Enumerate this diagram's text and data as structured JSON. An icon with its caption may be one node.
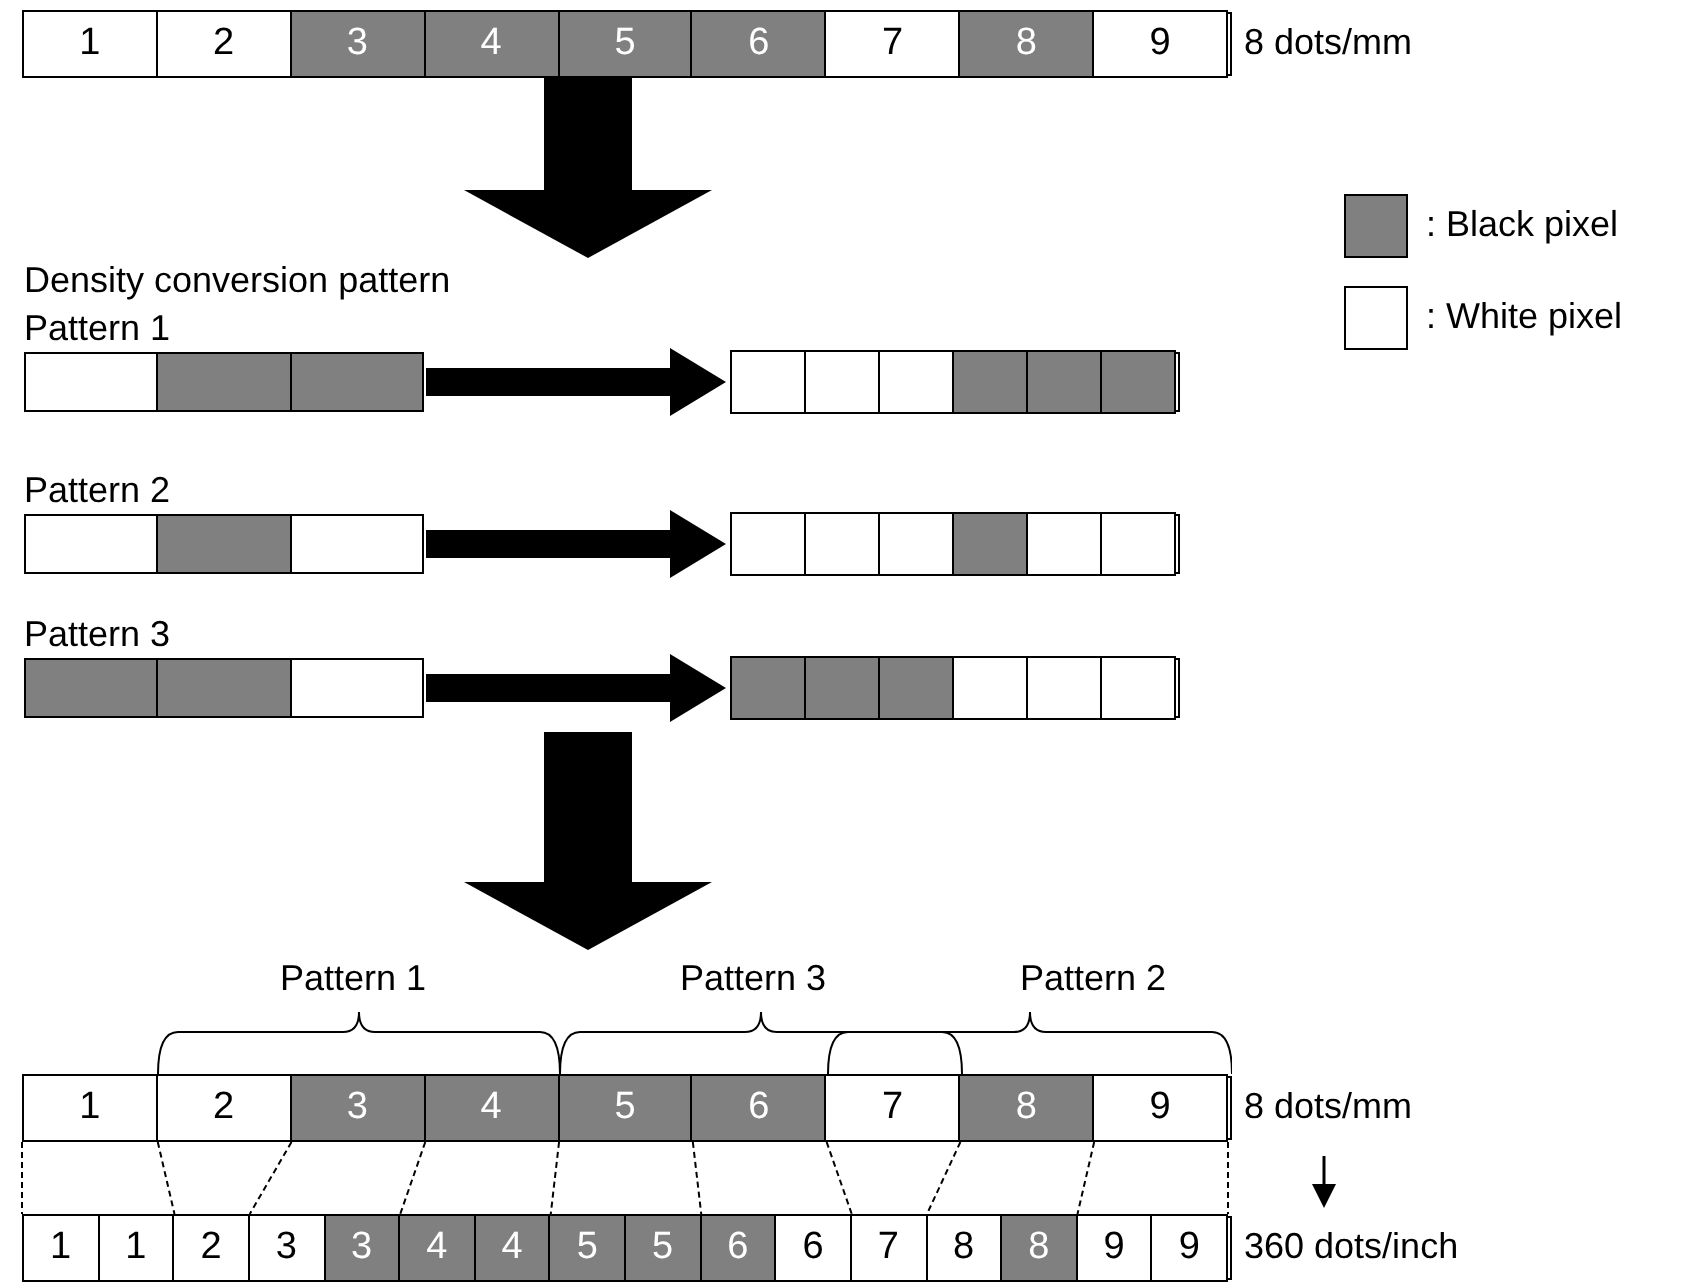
{
  "diagram": {
    "nodes": [
      {
        "text": [],
        "shape": "bar",
        "beside": [
          "8 dots/mm"
        ]
      },
      {
        "text": [
          "1"
        ],
        "in": 0
      },
      {
        "text": [
          "2"
        ],
        "in": 0
      },
      {
        "text": [
          "3"
        ],
        "in": 0
      },
      {
        "text": [
          "4"
        ],
        "in": 0
      },
      {
        "text": [
          "5"
        ],
        "in": 0
      },
      {
        "text": [
          "6"
        ],
        "in": 0
      },
      {
        "text": [
          "7"
        ],
        "in": 0
      },
      {
        "text": [
          "8"
        ],
        "in": 0
      },
      {
        "text": [
          "9"
        ],
        "in": 0
      },
      {
        "text": [
          "Density conversion pattern"
        ]
      },
      {
        "text": [
          "Pattern 1"
        ],
        "in": 10
      },
      {
        "text": [],
        "shape": "box",
        "in": 11
      },
      {
        "text": [],
        "shape": "box",
        "in": 11
      },
      {
        "text": [],
        "shape": "box",
        "in": 11
      },
      {
        "text": [],
        "shape": "bar",
        "in": 10
      },
      {
        "text": [],
        "shape": "box",
        "in": 15
      },
      {
        "text": [],
        "shape": "box",
        "in": 15
      },
      {
        "text": [],
        "shape": "box",
        "in": 15
      },
      {
        "text": [],
        "shape": "box",
        "in": 15
      },
      {
        "text": [],
        "shape": "box",
        "in": 15
      },
      {
        "text": [],
        "shape": "box",
        "in": 15
      },
      {
        "text": [
          "Pattern 2"
        ],
        "in": 10
      },
      {
        "text": [],
        "shape": "box",
        "in": 22
      },
      {
        "text": [],
        "shape": "box",
        "in": 22
      },
      {
        "text": [],
        "shape": "box",
        "in": 22
      },
      {
        "text": [],
        "shape": "bar",
        "in": 10
      },
      {
        "text": [],
        "shape": "box",
        "in": 26
      },
      {
        "text": [],
        "shape": "box",
        "in": 26
      },
      {
        "text": [],
        "shape": "box",
        "in": 26
      },
      {
        "text": [],
        "shape": "box",
        "in": 26
      },
      {
        "text": [],
        "shape": "box",
        "in": 26
      },
      {
        "text": [],
        "shape": "box",
        "in": 26
      },
      {
        "text": [
          "Pattern 3"
        ],
        "in": 10
      },
      {
        "text": [],
        "shape": "box",
        "in": 33
      },
      {
        "text": [],
        "shape": "box",
        "in": 33
      },
      {
        "text": [],
        "shape": "box",
        "in": 33
      },
      {
        "text": [],
        "shape": "bar",
        "in": 10
      },
      {
        "text": [],
        "shape": "box",
        "in": 37
      },
      {
        "text": [],
        "shape": "box",
        "in": 37
      },
      {
        "text": [],
        "shape": "box",
        "in": 37
      },
      {
        "text": [],
        "shape": "box",
        "in": 37
      },
      {
        "text": [],
        "shape": "box",
        "in": 37
      },
      {
        "text": [],
        "shape": "box",
        "in": 37
      },
      {
        "text": [],
        "shape": "bar",
        "beside": [
          "8 dots/mm"
        ]
      },
      {
        "text": [
          "1"
        ],
        "in": 44
      },
      {
        "text": [
          "2"
        ],
        "in": 44
      },
      {
        "text": [
          "3"
        ],
        "in": 44
      },
      {
        "text": [
          "4"
        ],
        "in": 44
      },
      {
        "text": [
          "5"
        ],
        "in": 44
      },
      {
        "text": [
          "6"
        ],
        "in": 44
      },
      {
        "text": [
          "7"
        ],
        "in": 44
      },
      {
        "text": [
          "8"
        ],
        "in": 44
      },
      {
        "text": [
          "9"
        ],
        "in": 44
      },
      {
        "text": [],
        "shape": "bar",
        "beside": [
          "360 dots/inch"
        ]
      },
      {
        "text": [
          "1"
        ],
        "in": 54
      },
      {
        "text": [
          "1"
        ],
        "in": 54
      },
      {
        "text": [
          "2"
        ],
        "in": 54
      },
      {
        "text": [
          "3"
        ],
        "in": 54
      },
      {
        "text": [
          "3"
        ],
        "in": 54
      },
      {
        "text": [
          "4"
        ],
        "in": 54
      },
      {
        "text": [
          "4"
        ],
        "in": 54
      },
      {
        "text": [
          "5"
        ],
        "in": 54
      },
      {
        "text": [
          "5"
        ],
        "in": 54
      },
      {
        "text": [
          "6"
        ],
        "in": 54
      },
      {
        "text": [
          "6"
        ],
        "in": 54
      },
      {
        "text": [
          "7"
        ],
        "in": 54
      },
      {
        "text": [
          "8"
        ],
        "in": 54
      },
      {
        "text": [
          "8"
        ],
        "in": 54
      },
      {
        "text": [
          "9"
        ],
        "in": 54
      },
      {
        "text": [
          "9"
        ],
        "in": 54
      }
    ],
    "edges": [
      {
        "from": 0,
        "to": 10,
        "arrow": "to",
        "style": "thick"
      },
      {
        "from": 11,
        "to": 15,
        "arrow": "to",
        "style": "thick"
      },
      {
        "from": 22,
        "to": 26,
        "arrow": "to",
        "style": "thick"
      },
      {
        "from": 33,
        "to": 37,
        "arrow": "to",
        "style": "thick"
      },
      {
        "from": 10,
        "to": 44,
        "arrow": "to",
        "style": "thick"
      },
      {
        "from": 45,
        "to": 55,
        "arrow": "none",
        "style": "dashed"
      },
      {
        "from": 45,
        "to": 56,
        "arrow": "none",
        "style": "dashed"
      },
      {
        "from": 46,
        "to": 57,
        "arrow": "none",
        "style": "dashed"
      },
      {
        "from": 47,
        "to": 59,
        "arrow": "none",
        "style": "dashed"
      },
      {
        "from": 48,
        "to": 61,
        "arrow": "none",
        "style": "dashed"
      },
      {
        "from": 49,
        "to": 63,
        "arrow": "none",
        "style": "dashed"
      },
      {
        "from": 50,
        "to": 65,
        "arrow": "none",
        "style": "dashed"
      },
      {
        "from": 51,
        "to": 66,
        "arrow": "none",
        "style": "dashed"
      },
      {
        "from": 52,
        "to": 68,
        "arrow": "none",
        "style": "dashed"
      },
      {
        "from": 53,
        "to": 70,
        "arrow": "none",
        "style": "dashed"
      }
    ],
    "labels": [
      "Pattern 1",
      "Pattern 3",
      "Pattern 2"
    ],
    "legend": [
      {
        "text": ": Black pixel",
        "color": "#808080"
      },
      {
        "text": ": White pixel",
        "color": "#ffffff"
      }
    ]
  }
}
